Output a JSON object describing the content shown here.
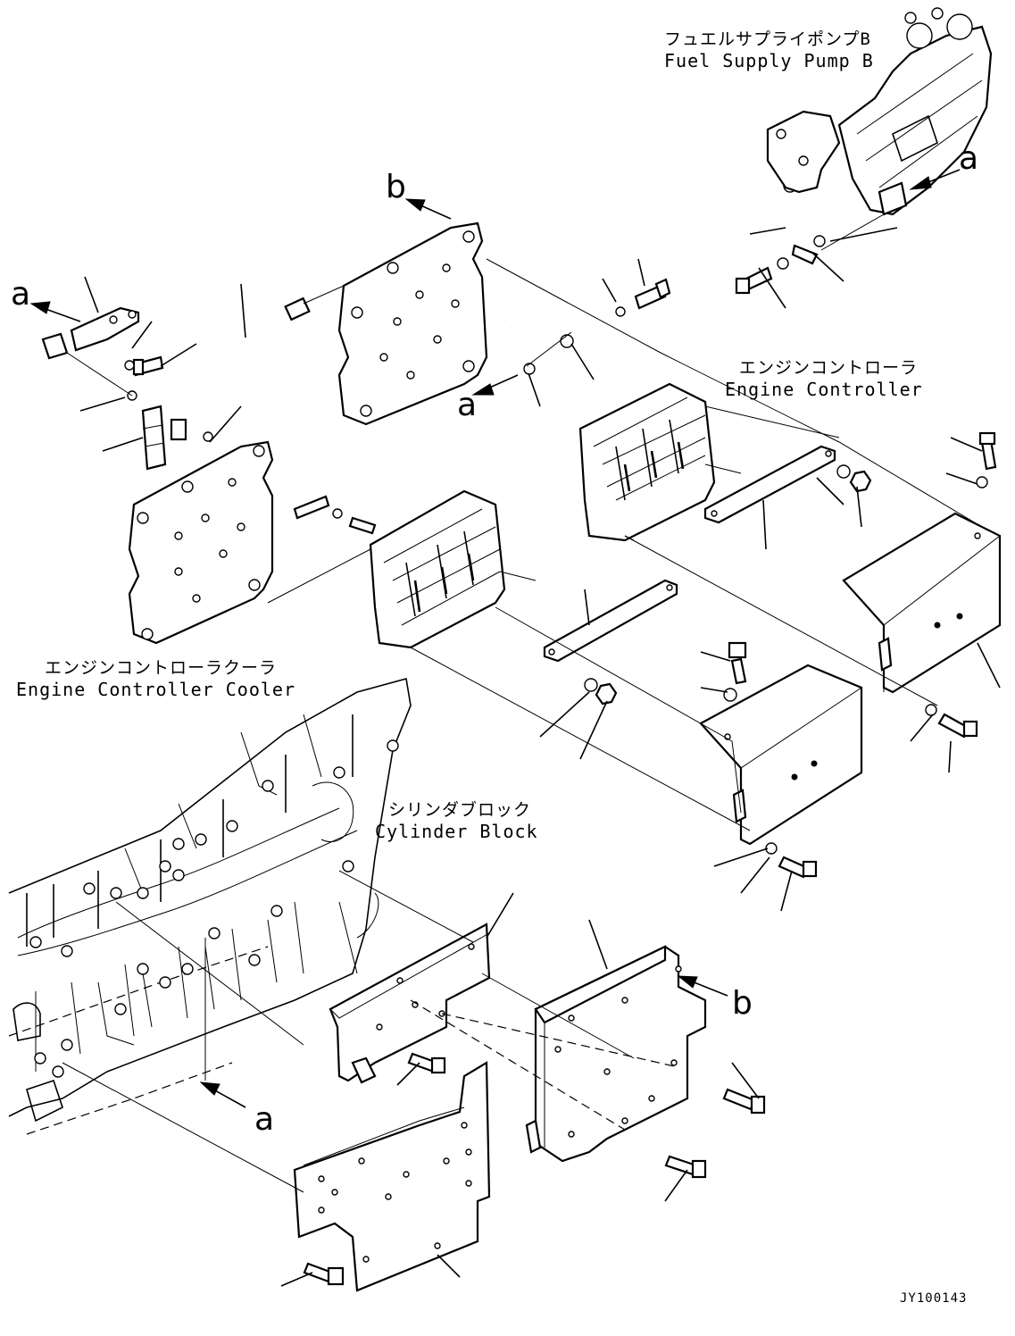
{
  "labels": {
    "fuel_pump_jp": "フュエルサプライポンプB",
    "fuel_pump_en": "Fuel Supply Pump B",
    "engine_controller_jp": "エンジンコントローラ",
    "engine_controller_en": "Engine Controller",
    "cooler_jp": "エンジンコントローラクーラ",
    "cooler_en": "Engine Controller Cooler",
    "cylinder_block_jp": "シリンダブロック",
    "cylinder_block_en": "Cylinder Block"
  },
  "refs": {
    "a_top_right": "a",
    "a_left": "a",
    "a_middle": "a",
    "a_bottom": "a",
    "b_top": "b",
    "b_right": "b"
  },
  "drawing_code": "JY100143",
  "icons": {
    "arrow": "arrow-icon",
    "bolt": "bolt-icon",
    "washer": "washer-icon",
    "nut": "nut-icon"
  }
}
